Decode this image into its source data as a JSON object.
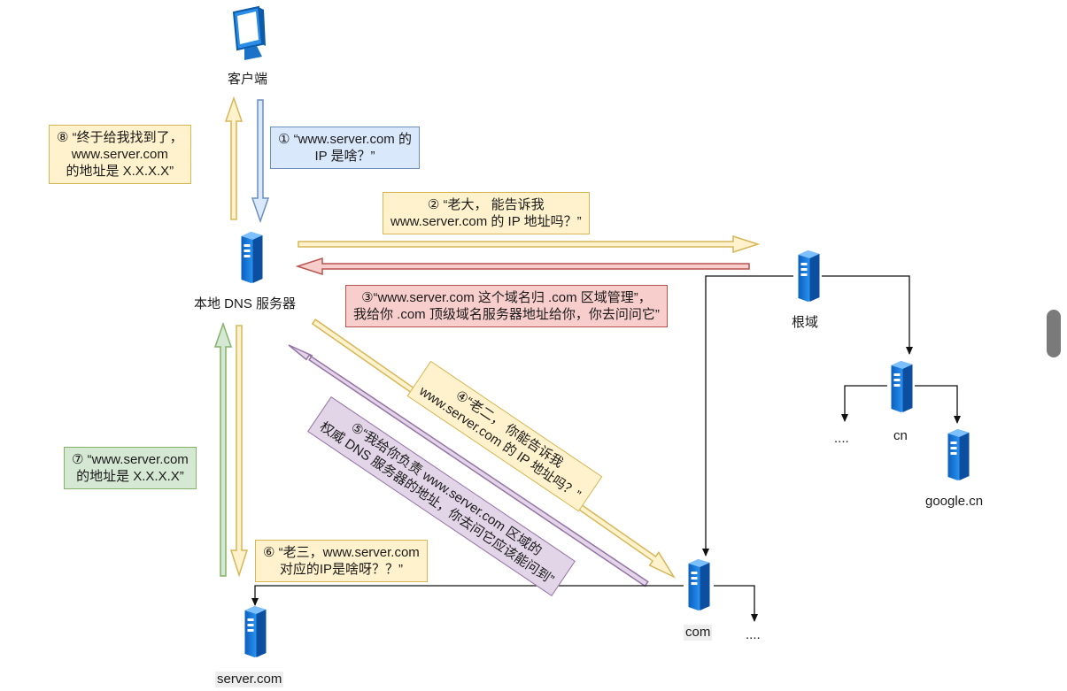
{
  "nodes": {
    "client": "客户端",
    "local_dns": "本地 DNS 服务器",
    "root": "根域",
    "cn": "cn",
    "cn_more": "....",
    "google_cn": "google.cn",
    "com": "com",
    "com_more": "....",
    "server_com": "server.com"
  },
  "messages": {
    "m1": [
      "① “www.server.com 的",
      "IP 是啥？”"
    ],
    "m2": [
      "② “老大， 能告诉我",
      "www.server.com 的 IP 地址吗？”"
    ],
    "m3": [
      "③“www.server.com 这个域名归 .com 区域管理”，",
      "我给你 .com 顶级域名服务器地址给你，你去问问它”"
    ],
    "m4": [
      "④“老二， 你能告诉我",
      "www.server.com 的 IP 地址吗？”"
    ],
    "m5": [
      "⑤“我给你负责 www.server.com 区域的",
      "权威 DNS 服务器的地址，你去问它应该能问到”"
    ],
    "m6": [
      "⑥ “老三，www.server.com",
      "对应的IP是啥呀？？”"
    ],
    "m7": [
      "⑦ “www.server.com",
      "的地址是 X.X.X.X”"
    ],
    "m8": [
      "⑧ “终于给我找到了，",
      "www.server.com",
      "的地址是 X.X.X.X”"
    ]
  },
  "colors": {
    "yellow_fill": "#fff2cc",
    "yellow_stroke": "#d6b656",
    "blue_fill": "#dae8fc",
    "blue_stroke": "#6c8ebf",
    "red_fill": "#f8cecc",
    "red_stroke": "#b85450",
    "green_fill": "#d5e8d4",
    "green_stroke": "#82b366",
    "purple_fill": "#e1d5e7",
    "purple_stroke": "#9673a6",
    "server_blue": "#1a7fe0"
  },
  "icons": {
    "client": "monitor-icon",
    "server": "server-icon"
  }
}
